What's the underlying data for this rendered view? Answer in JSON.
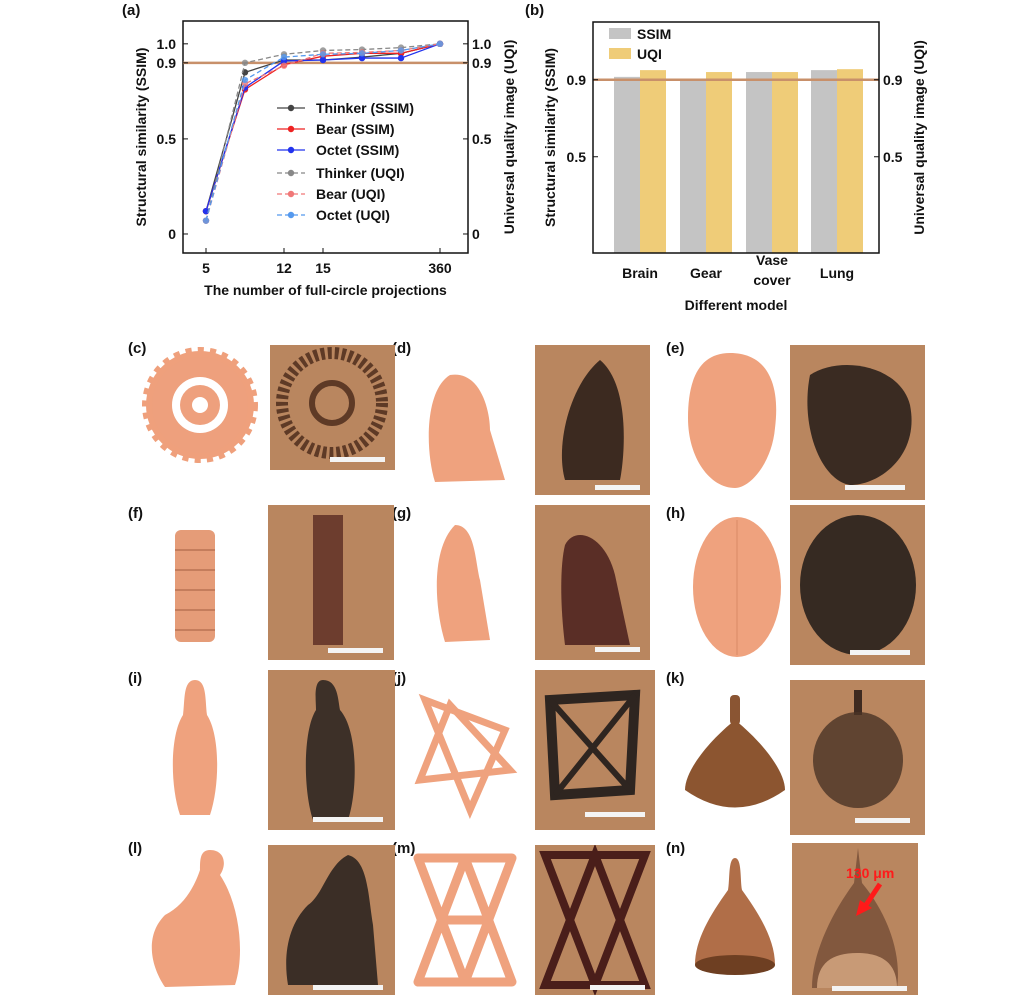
{
  "panels": {
    "labels": [
      "(a)",
      "(b)",
      "(c)",
      "(d)",
      "(e)",
      "(f)",
      "(g)",
      "(h)",
      "(i)",
      "(j)",
      "(k)",
      "(l)",
      "(m)",
      "(n)"
    ],
    "annotation": "130 μm"
  },
  "chart_data": [
    {
      "type": "line",
      "panel": "(a)",
      "xlabel": "The number of full-circle projections",
      "ylabel": "Structural similarity (SSIM)",
      "ylabel_right": "Universal quality image (UQI)",
      "x_index": [
        0,
        1,
        2,
        3,
        4,
        5,
        6
      ],
      "x_tick_labels": [
        {
          "index": 0,
          "label": "5"
        },
        {
          "index": 2,
          "label": "12"
        },
        {
          "index": 3,
          "label": "15"
        },
        {
          "index": 6,
          "label": "360"
        }
      ],
      "y_ticks": [
        {
          "value": 0,
          "label": "0"
        },
        {
          "value": 0.5,
          "label": "0.5"
        },
        {
          "value": 0.9,
          "label": "0.9"
        },
        {
          "value": 1.0,
          "label": "1.0"
        }
      ],
      "ylim": [
        -0.1,
        1.12
      ],
      "reference_line": {
        "value": 0.9,
        "color": "#c8906a"
      },
      "legend_position": "center-right",
      "series": [
        {
          "name": "Thinker (SSIM)",
          "color": "#444444",
          "dashed": false,
          "values": [
            0.12,
            0.85,
            0.915,
            0.915,
            0.93,
            0.95,
            1.0
          ]
        },
        {
          "name": "Bear (SSIM)",
          "color": "#ee2222",
          "dashed": false,
          "values": [
            0.12,
            0.76,
            0.89,
            0.935,
            0.95,
            0.95,
            1.0
          ]
        },
        {
          "name": "Octet (SSIM)",
          "color": "#2233ee",
          "dashed": false,
          "values": [
            0.12,
            0.77,
            0.91,
            0.915,
            0.925,
            0.925,
            1.0
          ]
        },
        {
          "name": "Thinker (UQI)",
          "color": "#888888",
          "dashed": true,
          "values": [
            0.07,
            0.9,
            0.945,
            0.965,
            0.97,
            0.98,
            1.0
          ]
        },
        {
          "name": "Bear (UQI)",
          "color": "#f07878",
          "dashed": true,
          "values": [
            0.07,
            0.79,
            0.885,
            0.95,
            0.955,
            0.965,
            1.0
          ]
        },
        {
          "name": "Octet (UQI)",
          "color": "#5599ee",
          "dashed": true,
          "values": [
            0.07,
            0.81,
            0.93,
            0.945,
            0.95,
            0.965,
            1.0
          ]
        }
      ]
    },
    {
      "type": "bar",
      "panel": "(b)",
      "categories": [
        "Brain",
        "Gear",
        "Vase cover",
        "Lung"
      ],
      "category_lines": [
        [
          "Brain"
        ],
        [
          "Gear"
        ],
        [
          "Vase",
          "cover"
        ],
        [
          "Lung"
        ]
      ],
      "xlabel": "Different model",
      "ylabel": "Structural similarity (SSIM)",
      "ylabel_right": "Universal quality image (UQI)",
      "y_ticks": [
        {
          "value": 0.5,
          "label": "0.5"
        },
        {
          "value": 0.9,
          "label": "0.9"
        }
      ],
      "ylim": [
        0,
        1.2
      ],
      "reference_line": {
        "value": 0.9,
        "color": "#c8906a"
      },
      "legend_position": "top-left",
      "series": [
        {
          "name": "SSIM",
          "color": "#c4c4c4",
          "values": [
            0.915,
            0.905,
            0.94,
            0.95
          ]
        },
        {
          "name": "UQI",
          "color": "#efcc78",
          "values": [
            0.95,
            0.94,
            0.94,
            0.955
          ]
        }
      ]
    }
  ]
}
